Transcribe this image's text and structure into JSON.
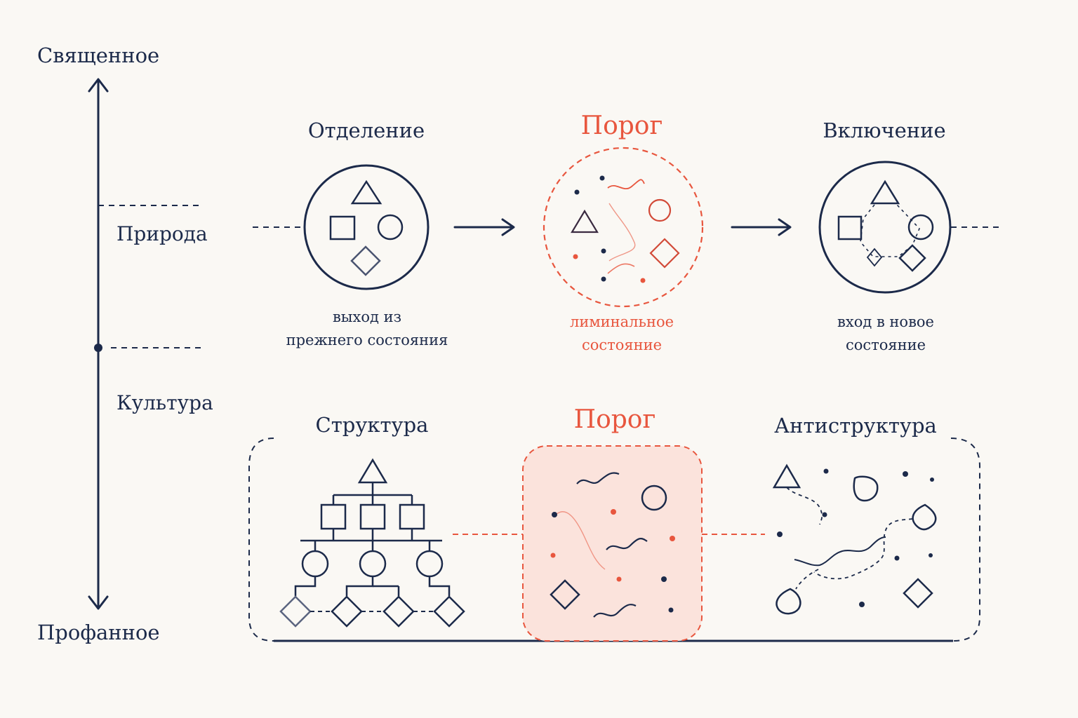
{
  "axis": {
    "top_label": "Священное",
    "bottom_label": "Профанное",
    "zone_upper": "Природа",
    "zone_lower": "Культура"
  },
  "stages": [
    {
      "title": "Отделение",
      "caption": [
        "выход из",
        "прежнего состояния"
      ]
    },
    {
      "title": "Порог",
      "caption": [
        "лиминальное",
        "состояние"
      ]
    },
    {
      "title": "Включение",
      "caption": [
        "вход в новое",
        "состояние"
      ]
    }
  ],
  "structure_row": {
    "left_title": "Структура",
    "center_title": "Порог",
    "right_title": "Антиструктура"
  },
  "colors": {
    "ink": "#1c2a4a",
    "accent": "#e8563e",
    "accent_fill": "#fbe3dc",
    "background": "#faf8f4"
  }
}
